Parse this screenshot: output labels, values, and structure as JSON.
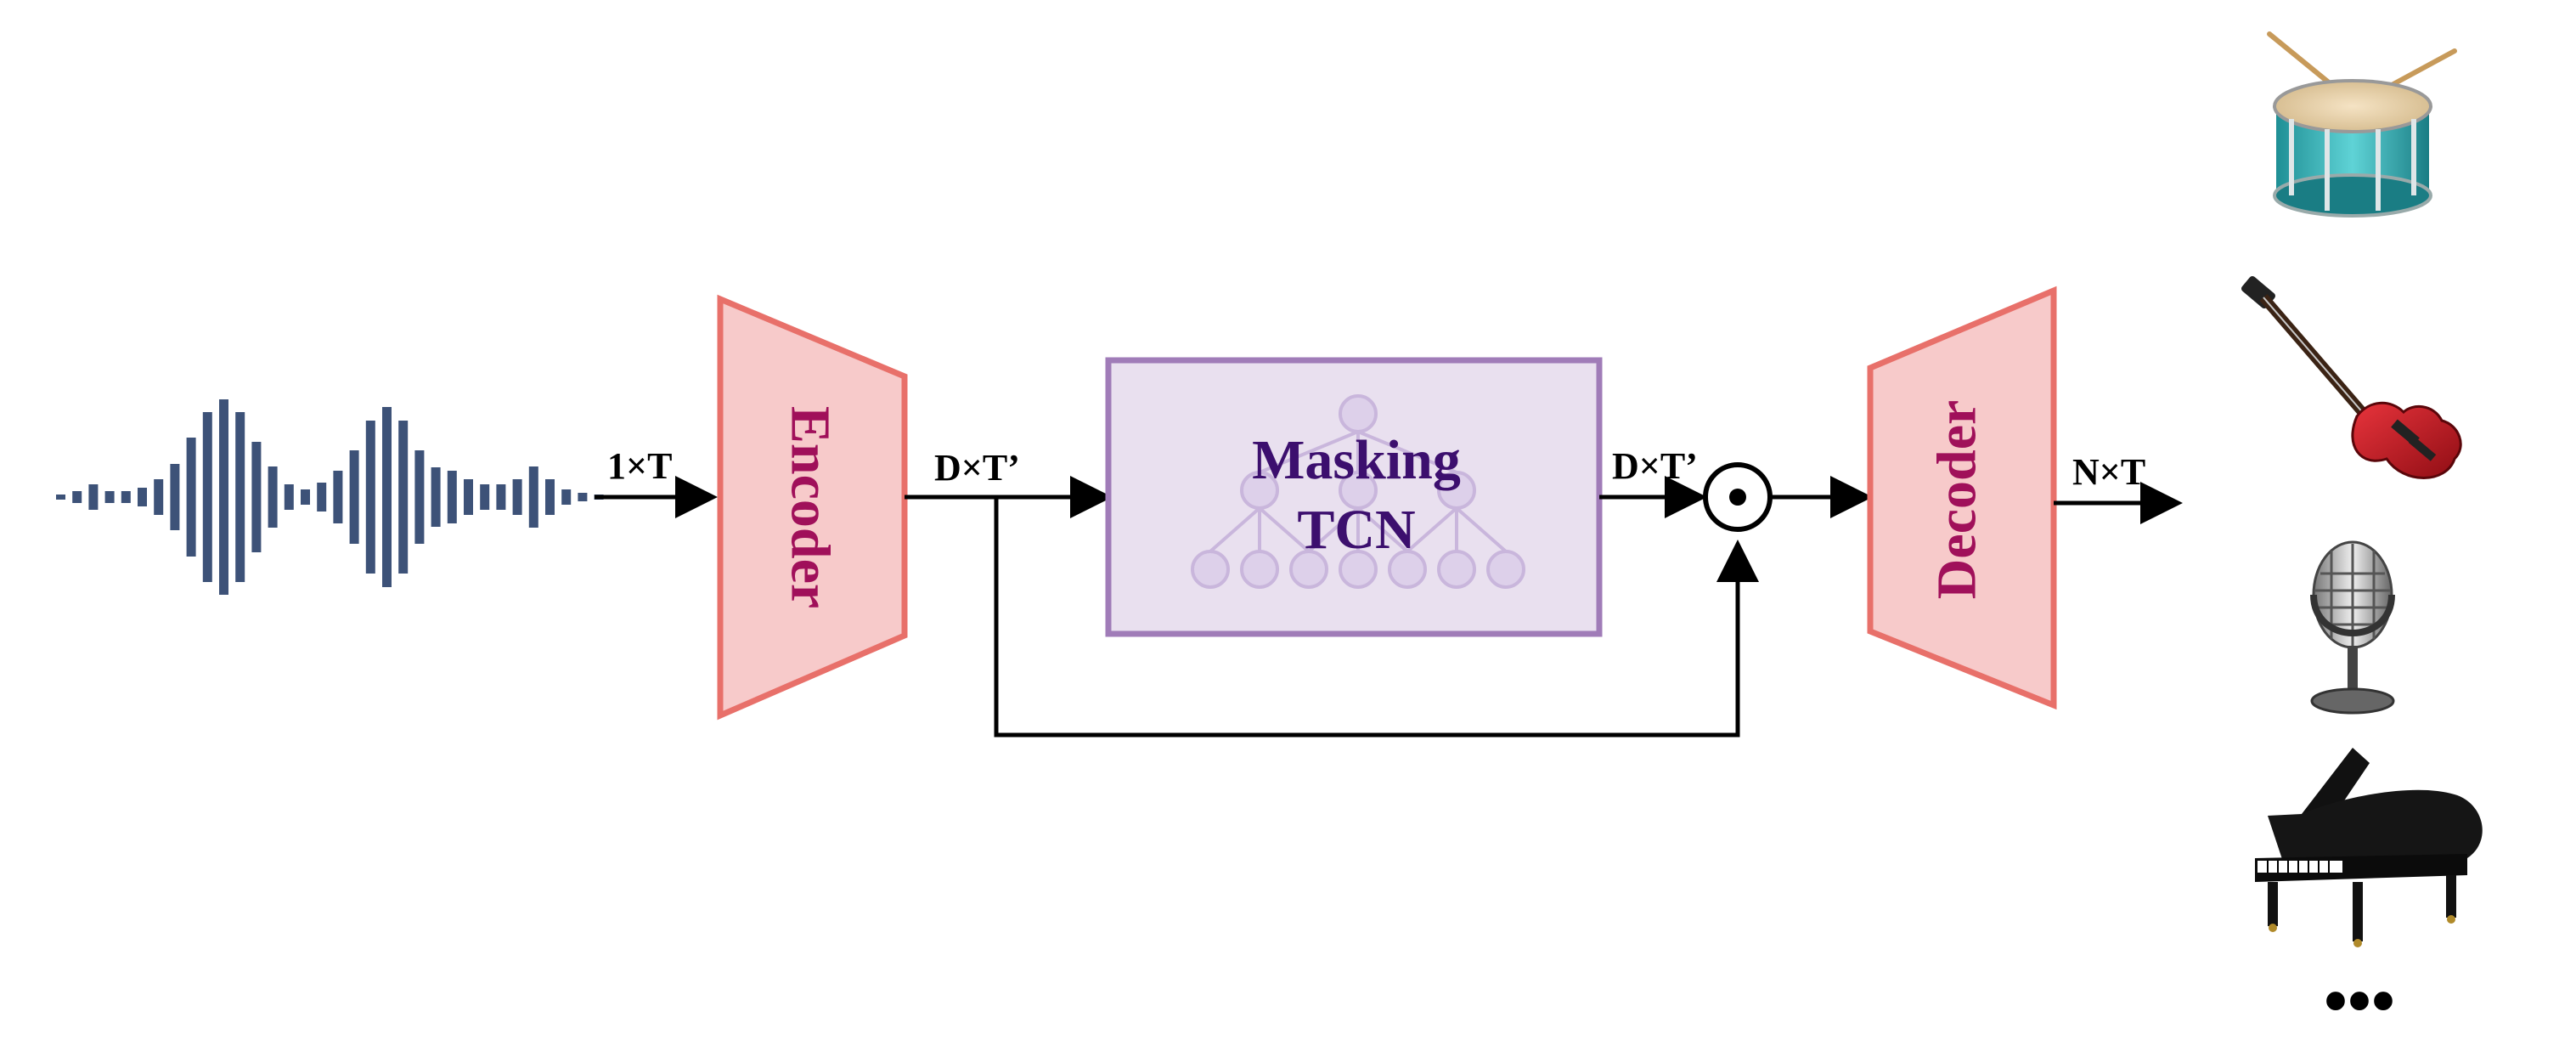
{
  "input_dim_label": "1×T",
  "encoder_label": "Encoder",
  "encoder_out_dim_label": "D×T’",
  "masking_label_line1": "Masking",
  "masking_label_line2": "TCN",
  "mask_out_dim_label": "D×T’",
  "multiply_operator": "⊙",
  "decoder_label": "Decoder",
  "output_dim_label": "N×T",
  "sources": [
    {
      "icon": "drum-icon"
    },
    {
      "icon": "bass-guitar-icon"
    },
    {
      "icon": "microphone-icon"
    },
    {
      "icon": "grand-piano-icon"
    }
  ],
  "more_sources_label": "•••",
  "colors": {
    "waveform": "#3d5278",
    "encoder_decoder_fill": "#f7caca",
    "encoder_decoder_stroke": "#e8706a",
    "encoder_decoder_text": "#a0105a",
    "tcn_fill": "#e9e0ef",
    "tcn_stroke": "#a07cb8",
    "tcn_text": "#3c0f6e",
    "tcn_tree": "#c9b6dc",
    "arrows": "#000000"
  }
}
